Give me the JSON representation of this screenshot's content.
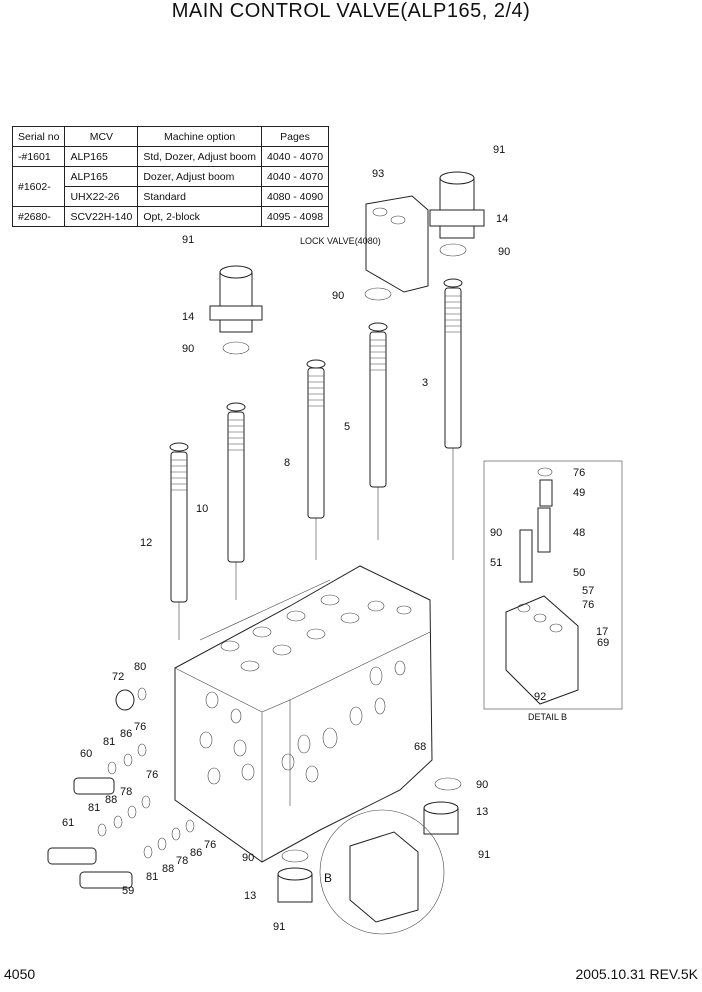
{
  "title": "MAIN CONTROL VALVE(ALP165, 2/4)",
  "table": {
    "headers": [
      "Serial no",
      "MCV",
      "Machine option",
      "Pages"
    ],
    "rows": [
      [
        "-#1601",
        "ALP165",
        "Std, Dozer, Adjust boom",
        "4040 - 4070"
      ],
      [
        "#1602-",
        "ALP165",
        "Dozer, Adjust boom",
        "4040 - 4070"
      ],
      [
        "",
        "UHX22-26",
        "Standard",
        "4080 - 4090"
      ],
      [
        "#2680-",
        "SCV22H-140",
        "Opt, 2-block",
        "4095 - 4098"
      ]
    ]
  },
  "labels": {
    "lock_valve": "LOCK VALVE(4080)",
    "detail_b": "DETAIL B",
    "b_marker": "B"
  },
  "part_numbers": [
    "91",
    "93",
    "14",
    "90",
    "91",
    "14",
    "90",
    "90",
    "3",
    "5",
    "8",
    "10",
    "12",
    "76",
    "49",
    "90",
    "48",
    "51",
    "50",
    "57",
    "76",
    "17",
    "69",
    "92",
    "72",
    "80",
    "76",
    "86",
    "81",
    "60",
    "76",
    "78",
    "88",
    "81",
    "61",
    "68",
    "90",
    "13",
    "91",
    "76",
    "86",
    "78",
    "88",
    "81",
    "59",
    "90",
    "13",
    "91"
  ],
  "footer": {
    "page": "4050",
    "revision": "2005.10.31  REV.5K"
  }
}
